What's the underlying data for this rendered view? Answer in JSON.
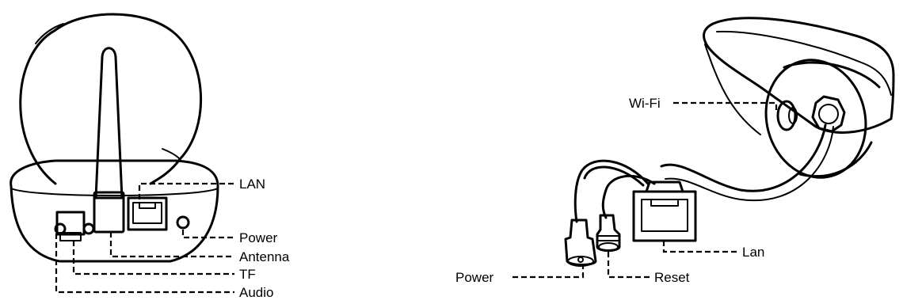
{
  "left_camera": {
    "labels": {
      "lan": "LAN",
      "power": "Power",
      "antenna": "Antenna",
      "tf": "TF",
      "audio": "Audio"
    }
  },
  "right_camera": {
    "labels": {
      "wifi": "Wi-Fi",
      "lan": "Lan",
      "power": "Power",
      "reset": "Reset"
    }
  }
}
